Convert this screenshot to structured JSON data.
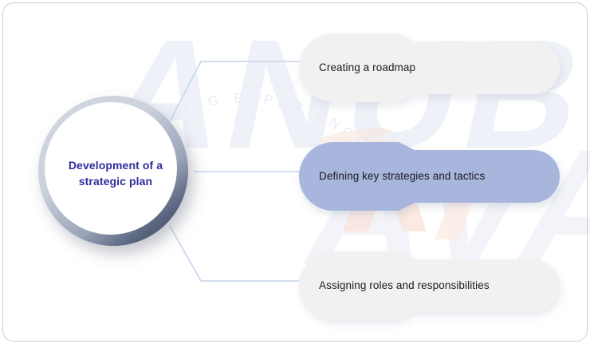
{
  "diagram": {
    "title": "Development of a strategic plan",
    "hub": {
      "line1": "Development of a",
      "line2": "strategic plan",
      "text_color": "#2e2d9e",
      "ring_color": "#ccd2dc",
      "ring_shadow_color": "#44506a",
      "fill_color": "#ffffff"
    },
    "connector_color": "#c5d4e8",
    "frame_color": "#cfcfcf",
    "background_color": "#ffffff",
    "items": [
      {
        "label": "Creating a roadmap",
        "fill": "#f1f1f2",
        "text_color": "#1b1b1b",
        "highlighted": "false"
      },
      {
        "label": "Defining key strategies and tactics",
        "fill": "#a8b6de",
        "text_color": "#1b1b1b",
        "highlighted": "true"
      },
      {
        "label": "Assigning roles and responsibilities",
        "fill": "#f1f1f2",
        "text_color": "#1b1b1b",
        "highlighted": "false"
      }
    ],
    "watermark": {
      "brand": "ANUBAVAM",
      "tagline": "APPLYING EXPERIENCE",
      "brand_color": "#eef1f7",
      "accent_color": "#fbe7de",
      "tagline_color": "#eceff5"
    }
  }
}
